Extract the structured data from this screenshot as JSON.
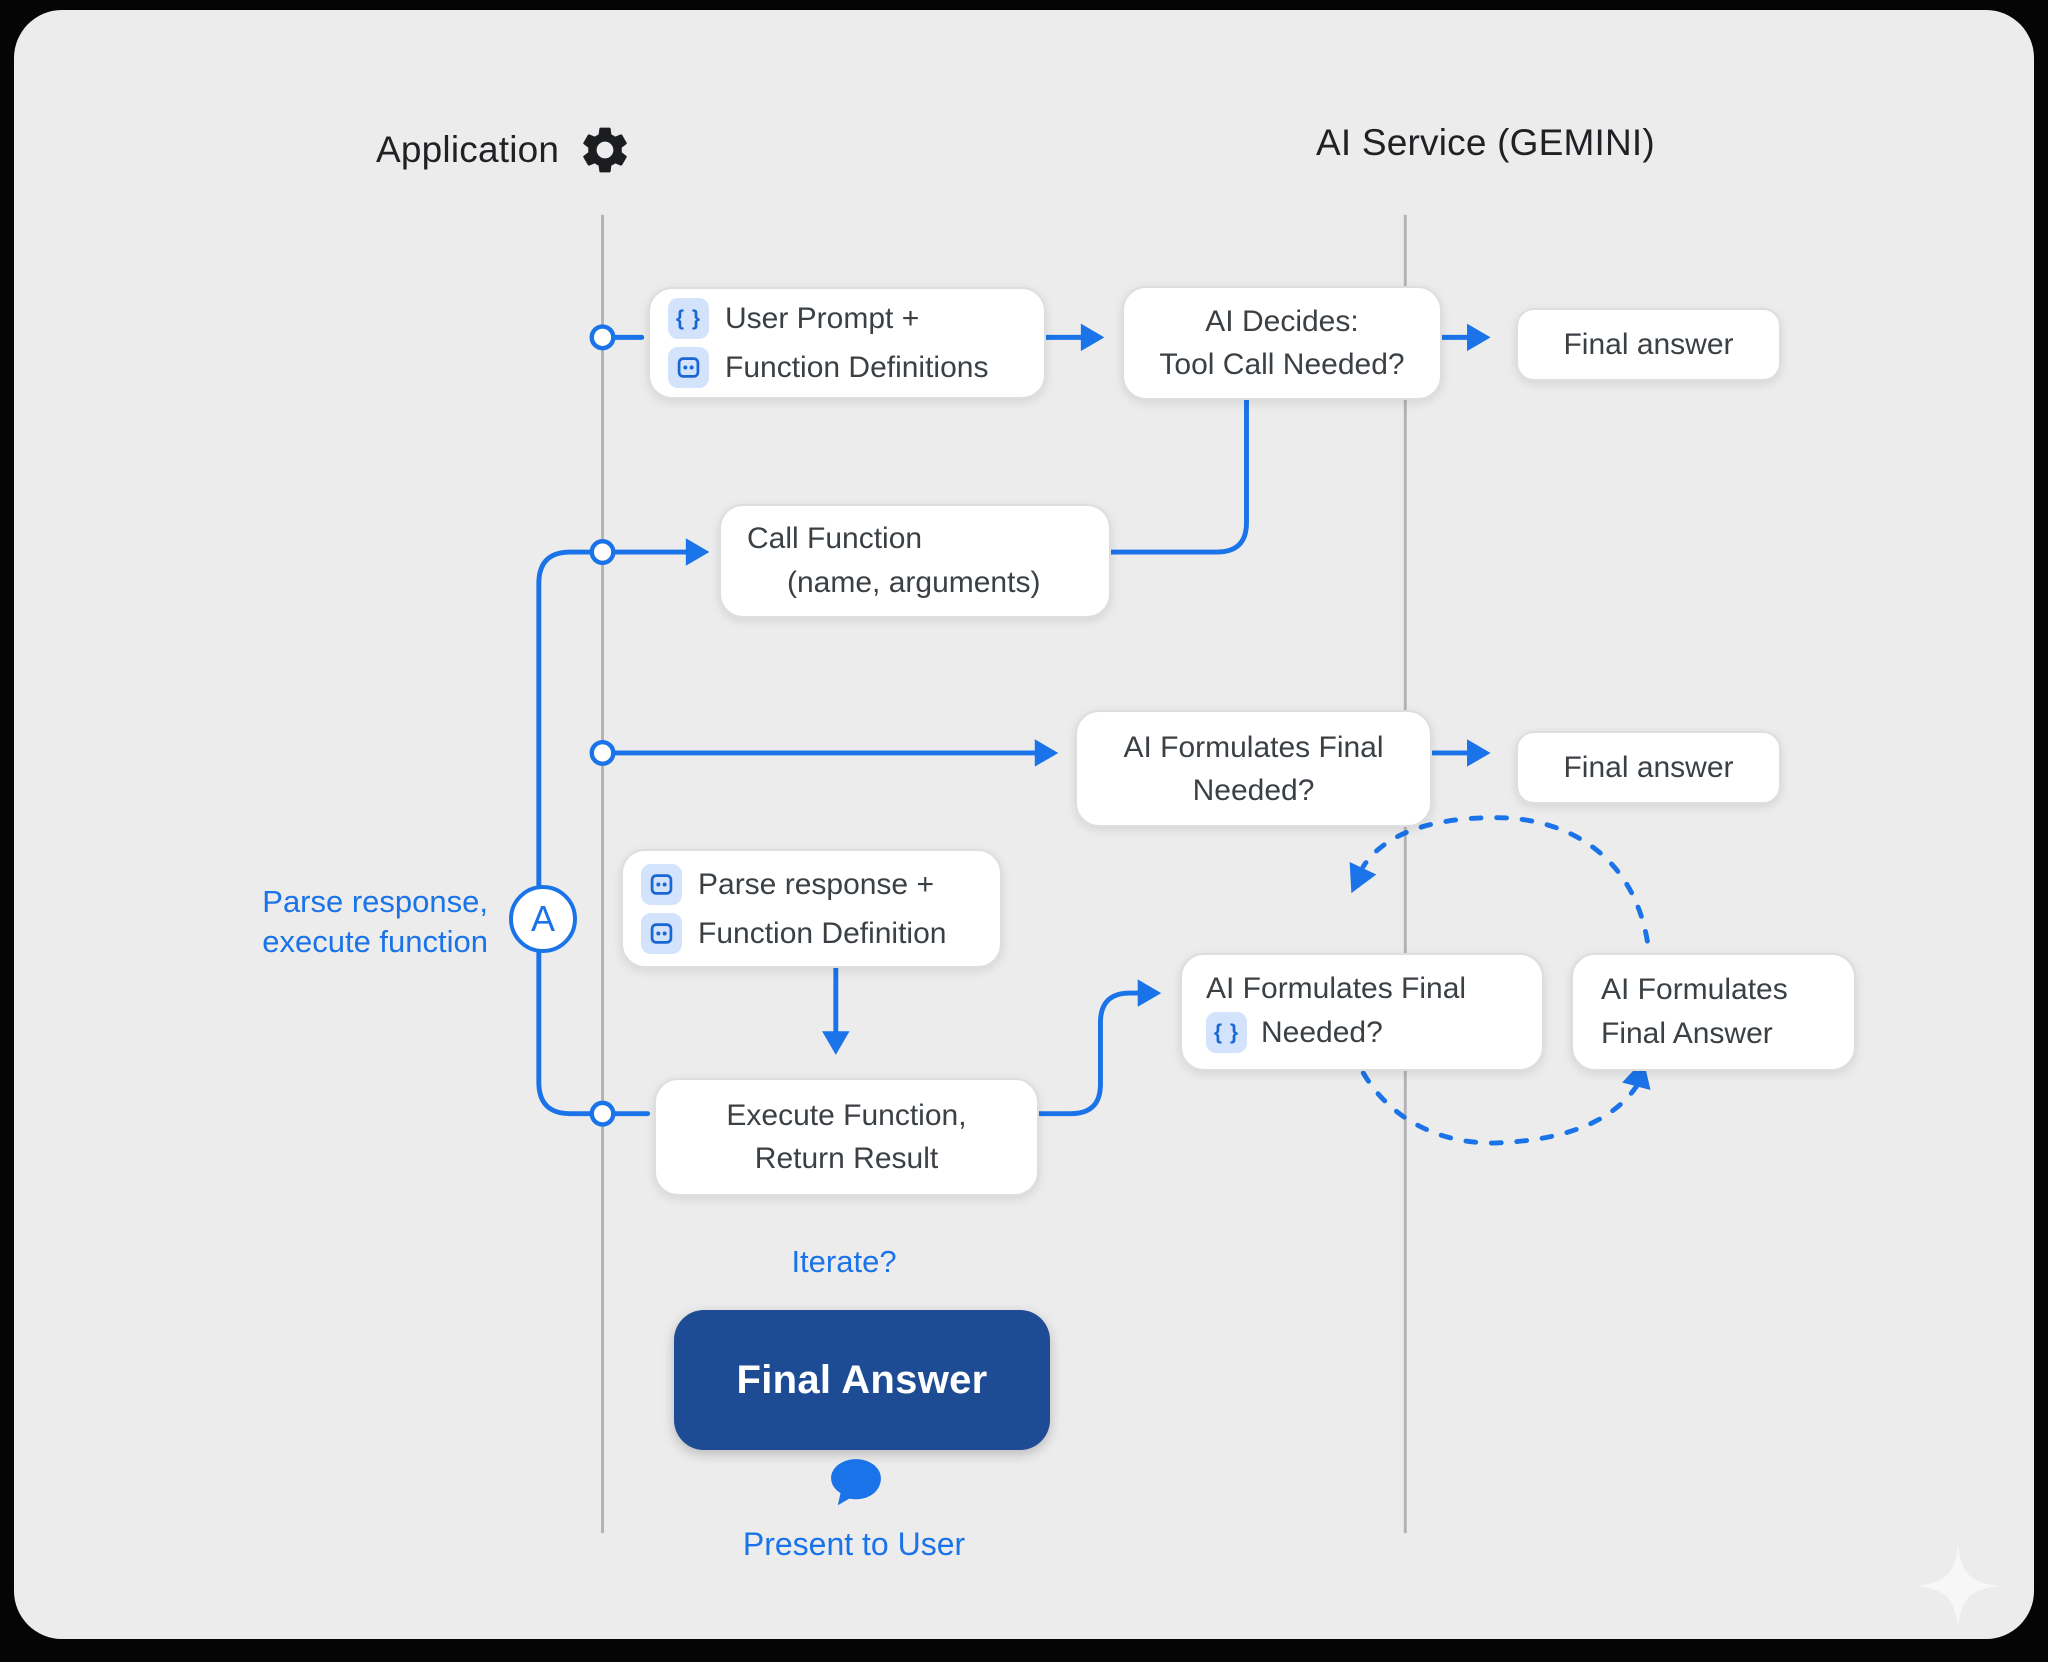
{
  "header": {
    "left": "Application",
    "right": "AI Service (GEMINI)"
  },
  "nodes": {
    "user_prompt": {
      "line1": "User Prompt +",
      "line2": "Function Definitions"
    },
    "ai_decides": {
      "line1": "AI Decides:",
      "line2": "Tool Call Needed?"
    },
    "final_answer_top": {
      "label": "Final answer"
    },
    "call_function": {
      "line1": "Call Function",
      "line2": "(name, arguments)"
    },
    "ai_formulates_upper": {
      "line1": "AI Formulates Final",
      "line2": "Needed?"
    },
    "final_answer_mid": {
      "label": "Final answer"
    },
    "parse_response": {
      "line1": "Parse response +",
      "line2": "Function Definition"
    },
    "ai_formulates_lower": {
      "line1": "AI Formulates Final",
      "line2": "Needed?"
    },
    "ai_formulates_answer": {
      "line1": "AI Formulates",
      "line2": "Final Answer"
    },
    "execute_function": {
      "line1": "Execute Function,",
      "line2": "Return Result"
    },
    "final_answer_button": {
      "label": "Final Answer"
    }
  },
  "labels": {
    "parse_execute": {
      "line1": "Parse response,",
      "line2": "execute function"
    },
    "loop_marker": "A",
    "iterate": "Iterate?",
    "present_to_user": "Present to User"
  },
  "icons": {
    "braces_glyph": "{ }",
    "gear": "gear-icon",
    "function_box": "function-box-icon",
    "speech_bubble": "speech-bubble-icon",
    "sparkle": "sparkle-icon"
  },
  "colors": {
    "accent_blue": "#1a73e8",
    "dark_blue_button": "#1e4c94",
    "card_background": "#ececec",
    "frame_background": "#000000",
    "node_background": "#ffffff",
    "node_text": "#3b4045",
    "lifeline_gray": "#b3b3b3",
    "chip_background": "#d3e3fc"
  }
}
